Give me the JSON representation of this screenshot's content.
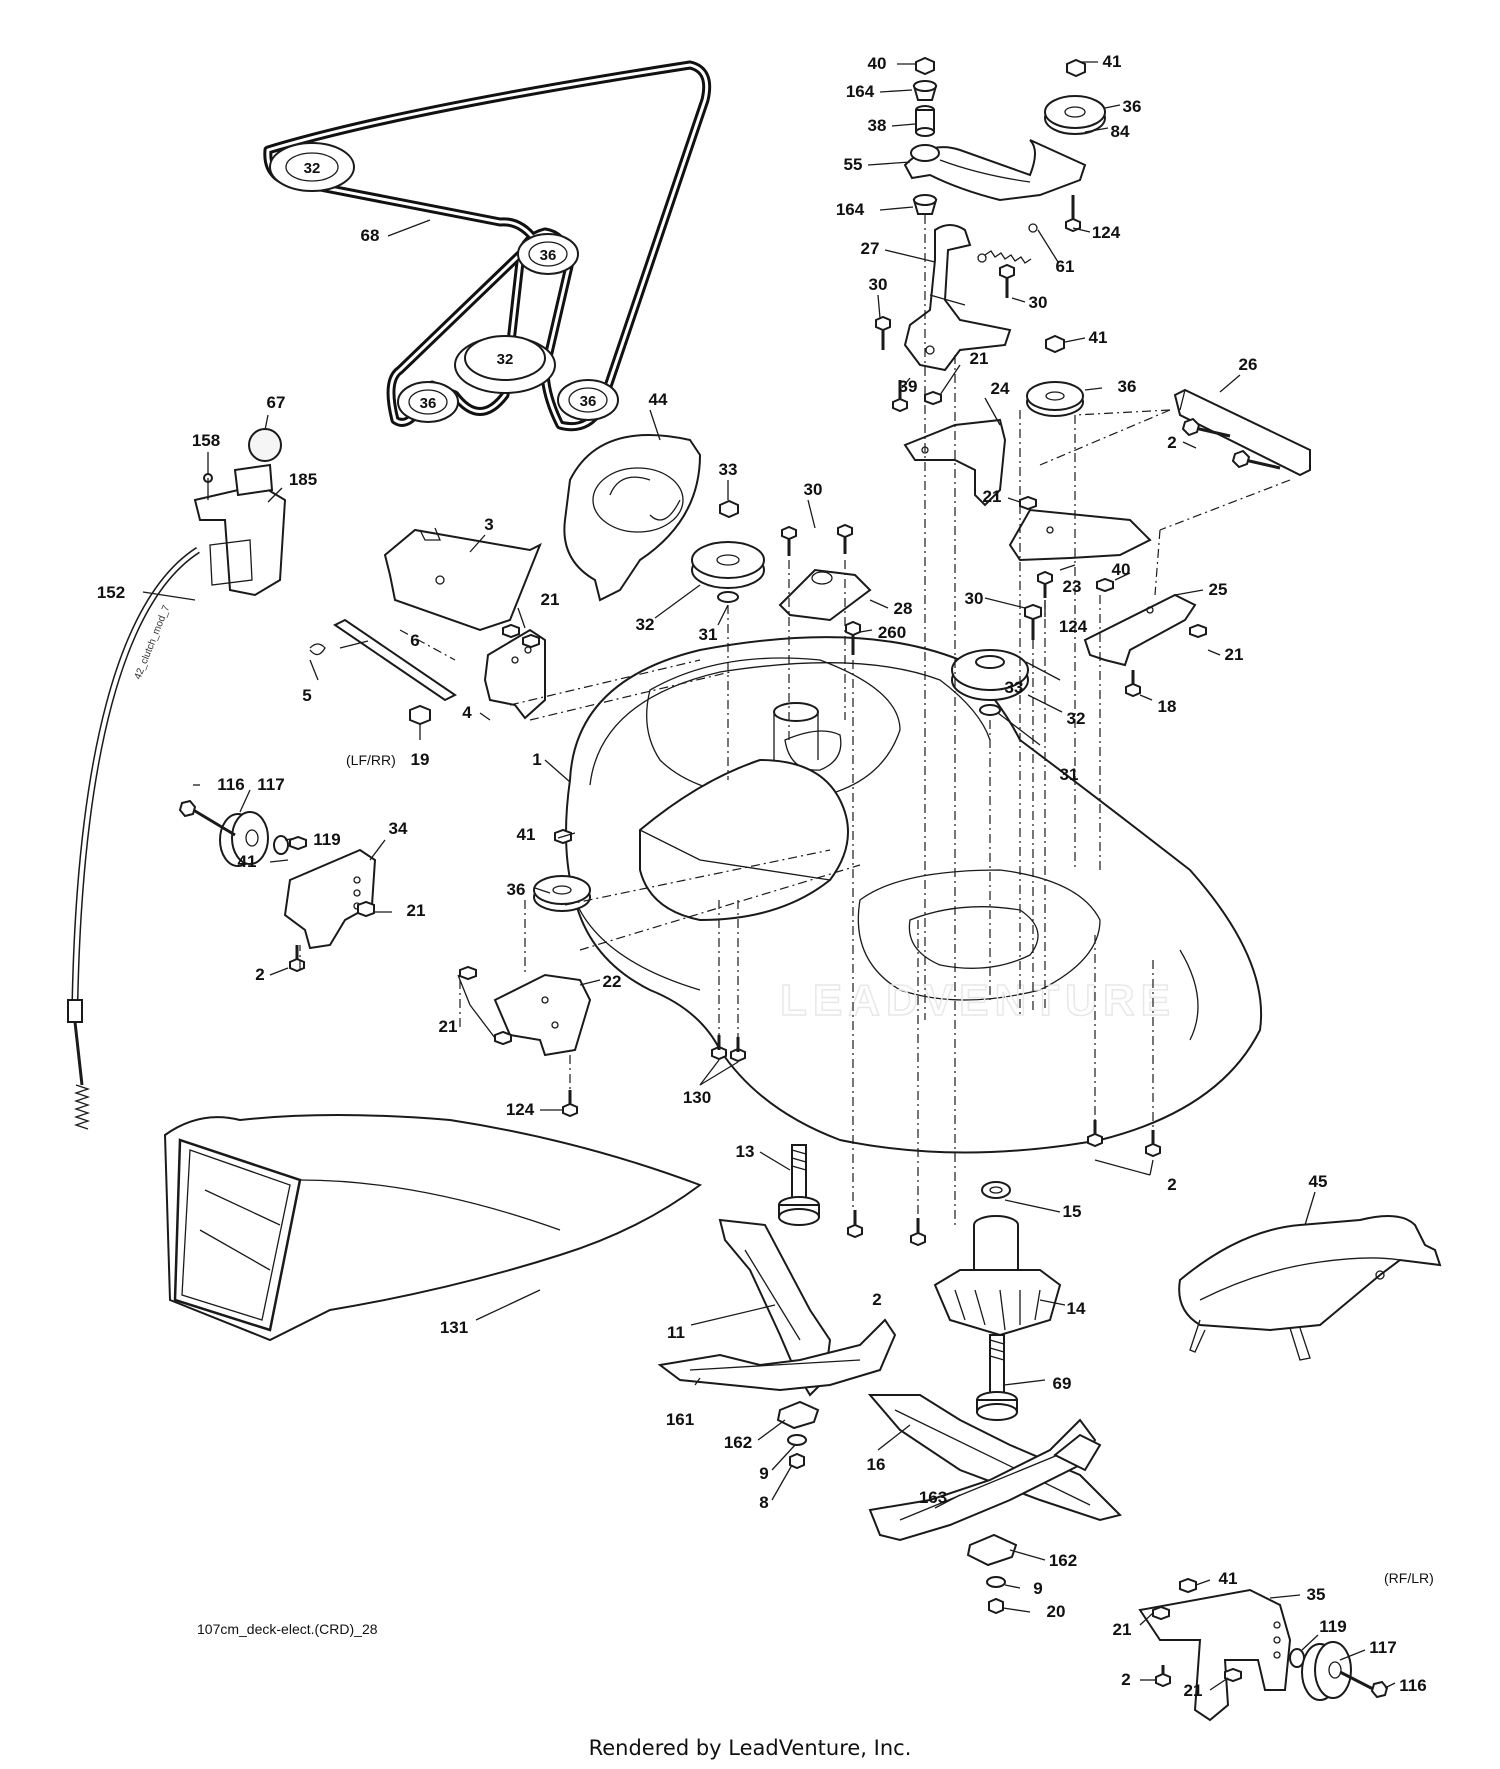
{
  "diagram": {
    "drawing_id": "107cm_deck-elect.(CRD)_28",
    "orientation_left": "(LF/RR)",
    "orientation_right": "(RF/LR)",
    "cable_label": "42_clutch_mod_7",
    "watermark": "LEADVENTURE",
    "footer": "Rendered by LeadVenture, Inc."
  },
  "belt_pulley_labels": [
    "32",
    "36",
    "32",
    "36",
    "36"
  ],
  "callouts": [
    {
      "id": "c-40-top",
      "label": "40"
    },
    {
      "id": "c-41-top",
      "label": "41"
    },
    {
      "id": "c-164-top",
      "label": "164"
    },
    {
      "id": "c-36-top",
      "label": "36"
    },
    {
      "id": "c-38",
      "label": "38"
    },
    {
      "id": "c-84",
      "label": "84"
    },
    {
      "id": "c-55",
      "label": "55"
    },
    {
      "id": "c-164-mid",
      "label": "164"
    },
    {
      "id": "c-124-top",
      "label": "124"
    },
    {
      "id": "c-68",
      "label": "68"
    },
    {
      "id": "c-27",
      "label": "27"
    },
    {
      "id": "c-61",
      "label": "61"
    },
    {
      "id": "c-30-a",
      "label": "30"
    },
    {
      "id": "c-30-b",
      "label": "30"
    },
    {
      "id": "c-41-mid",
      "label": "41"
    },
    {
      "id": "c-26",
      "label": "26"
    },
    {
      "id": "c-39",
      "label": "39"
    },
    {
      "id": "c-21-a",
      "label": "21"
    },
    {
      "id": "c-24",
      "label": "24"
    },
    {
      "id": "c-36-mid",
      "label": "36"
    },
    {
      "id": "c-67",
      "label": "67"
    },
    {
      "id": "c-44",
      "label": "44"
    },
    {
      "id": "c-2-a",
      "label": "2"
    },
    {
      "id": "c-158",
      "label": "158"
    },
    {
      "id": "c-185",
      "label": "185"
    },
    {
      "id": "c-33-a",
      "label": "33"
    },
    {
      "id": "c-30-c",
      "label": "30"
    },
    {
      "id": "c-21-b",
      "label": "21"
    },
    {
      "id": "c-40-mid",
      "label": "40"
    },
    {
      "id": "c-3",
      "label": "3"
    },
    {
      "id": "c-23",
      "label": "23"
    },
    {
      "id": "c-25",
      "label": "25"
    },
    {
      "id": "c-152",
      "label": "152"
    },
    {
      "id": "c-21-c",
      "label": "21"
    },
    {
      "id": "c-28",
      "label": "28"
    },
    {
      "id": "c-30-d",
      "label": "30"
    },
    {
      "id": "c-32-a",
      "label": "32"
    },
    {
      "id": "c-31-a",
      "label": "31"
    },
    {
      "id": "c-124-mid",
      "label": "124"
    },
    {
      "id": "c-260",
      "label": "260"
    },
    {
      "id": "c-21-d",
      "label": "21"
    },
    {
      "id": "c-6",
      "label": "6"
    },
    {
      "id": "c-33-b",
      "label": "33"
    },
    {
      "id": "c-5",
      "label": "5"
    },
    {
      "id": "c-18",
      "label": "18"
    },
    {
      "id": "c-32-b",
      "label": "32"
    },
    {
      "id": "c-4",
      "label": "4"
    },
    {
      "id": "c-19",
      "label": "19"
    },
    {
      "id": "c-1",
      "label": "1"
    },
    {
      "id": "c-31-b",
      "label": "31"
    },
    {
      "id": "c-116-a",
      "label": "116"
    },
    {
      "id": "c-117-a",
      "label": "117"
    },
    {
      "id": "c-119-a",
      "label": "119"
    },
    {
      "id": "c-34",
      "label": "34"
    },
    {
      "id": "c-41-b",
      "label": "41"
    },
    {
      "id": "c-21-e",
      "label": "21"
    },
    {
      "id": "c-41-c",
      "label": "41"
    },
    {
      "id": "c-36-b",
      "label": "36"
    },
    {
      "id": "c-2-b",
      "label": "2"
    },
    {
      "id": "c-22",
      "label": "22"
    },
    {
      "id": "c-21-f",
      "label": "21"
    },
    {
      "id": "c-124-low",
      "label": "124"
    },
    {
      "id": "c-130",
      "label": "130"
    },
    {
      "id": "c-13",
      "label": "13"
    },
    {
      "id": "c-2-c",
      "label": "2"
    },
    {
      "id": "c-15",
      "label": "15"
    },
    {
      "id": "c-45",
      "label": "45"
    },
    {
      "id": "c-2-d",
      "label": "2"
    },
    {
      "id": "c-14",
      "label": "14"
    },
    {
      "id": "c-131",
      "label": "131"
    },
    {
      "id": "c-11",
      "label": "11"
    },
    {
      "id": "c-69",
      "label": "69"
    },
    {
      "id": "c-161",
      "label": "161"
    },
    {
      "id": "c-162-a",
      "label": "162"
    },
    {
      "id": "c-16",
      "label": "16"
    },
    {
      "id": "c-9-a",
      "label": "9"
    },
    {
      "id": "c-8",
      "label": "8"
    },
    {
      "id": "c-163",
      "label": "163"
    },
    {
      "id": "c-162-b",
      "label": "162"
    },
    {
      "id": "c-41-d",
      "label": "41"
    },
    {
      "id": "c-9-b",
      "label": "9"
    },
    {
      "id": "c-35",
      "label": "35"
    },
    {
      "id": "c-20",
      "label": "20"
    },
    {
      "id": "c-21-g",
      "label": "21"
    },
    {
      "id": "c-119-b",
      "label": "119"
    },
    {
      "id": "c-117-b",
      "label": "117"
    },
    {
      "id": "c-2-e",
      "label": "2"
    },
    {
      "id": "c-21-h",
      "label": "21"
    },
    {
      "id": "c-116-b",
      "label": "116"
    }
  ]
}
